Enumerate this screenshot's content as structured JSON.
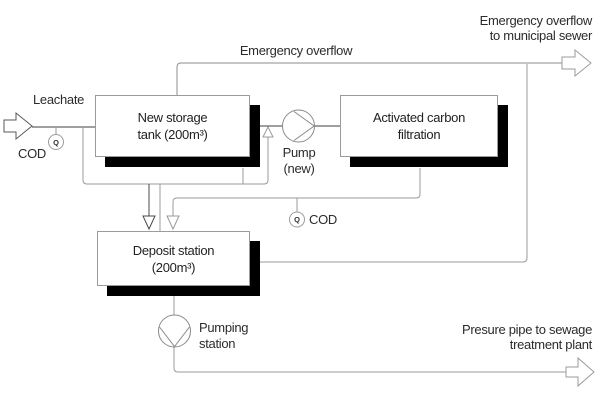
{
  "diagram": {
    "io": {
      "leachate": "Leachate",
      "emergency_overflow": "Emergency overflow",
      "emergency_out_l1": "Emergency overflow",
      "emergency_out_l2": "to municipal sewer",
      "pressure_out_l1": "Presure pipe to sewage",
      "pressure_out_l2": "treatment plant"
    },
    "boxes": {
      "tank_l1": "New storage",
      "tank_l2": "tank (200m³)",
      "filter_l1": "Activated carbon",
      "filter_l2": "filtration",
      "deposit_l1": "Deposit station",
      "deposit_l2": "(200m³)"
    },
    "pumps": {
      "pump_new_l1": "Pump",
      "pump_new_l2": "(new)",
      "pumping_station_l1": "Pumping",
      "pumping_station_l2": "station"
    },
    "sensors": {
      "cod1": "COD",
      "cod2": "COD",
      "symbol": "Q"
    },
    "colors": {
      "background": "#ffffff",
      "box_fill": "#ffffff",
      "box_border": "#9b9b9b",
      "box_shadow": "#000000",
      "line_gray": "#9b9b9b",
      "line_dark": "#3f3f3f",
      "text": "#2b2b2b"
    }
  }
}
